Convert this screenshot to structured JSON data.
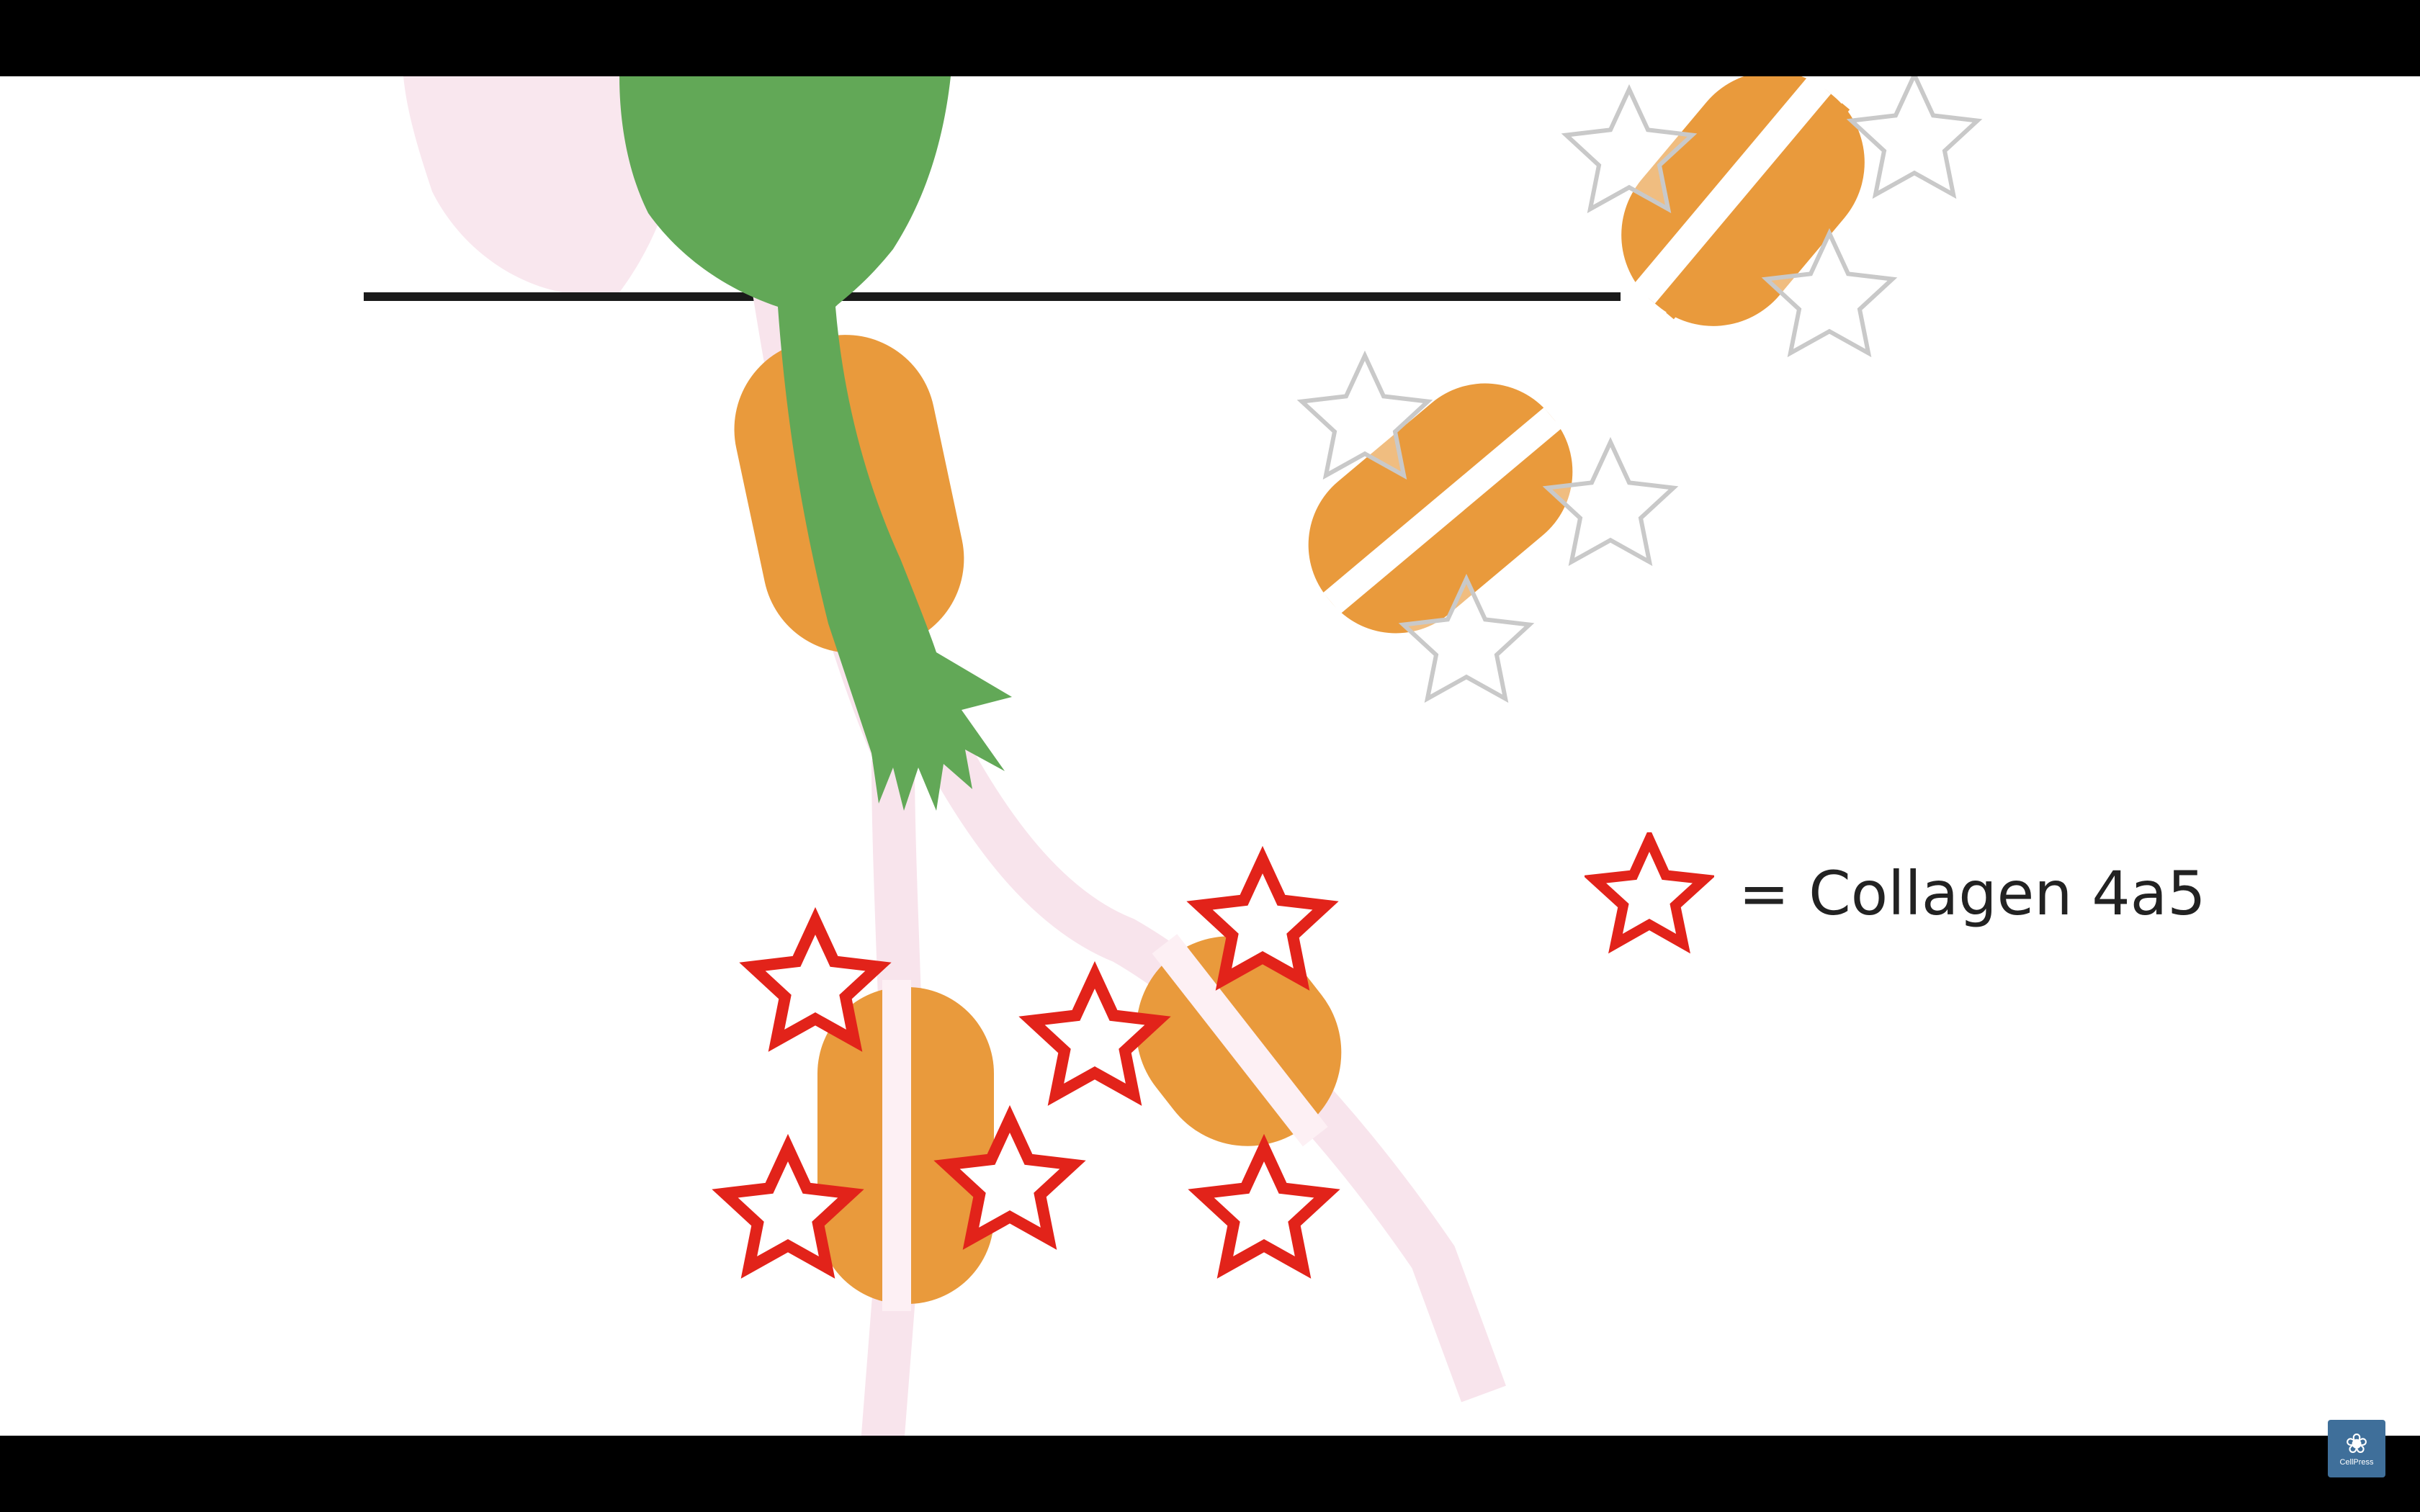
{
  "legend": {
    "label": "= Collagen 4a5",
    "symbol": "red-outlined-star"
  },
  "publisher_badge": {
    "text": "CellPress",
    "icon": "cellpress-logo-icon"
  },
  "colors": {
    "green_cell": "#62a857",
    "orange_cluster": "#e99a3c",
    "pink_fiber": "#f8e4ec",
    "active_star": "#e2231a",
    "faded_star": "#c9c9c9",
    "membrane_line": "#1a1a1a",
    "letterbox": "#000000"
  }
}
